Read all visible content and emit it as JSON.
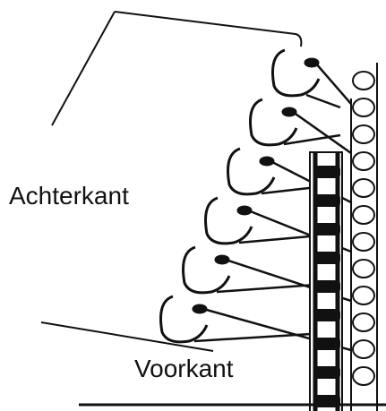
{
  "labels": {
    "back": "Achterkant",
    "front": "Voorkant"
  },
  "stitch_rows": 6,
  "colors": {
    "ink": "#111111",
    "background": "#ffffff"
  }
}
